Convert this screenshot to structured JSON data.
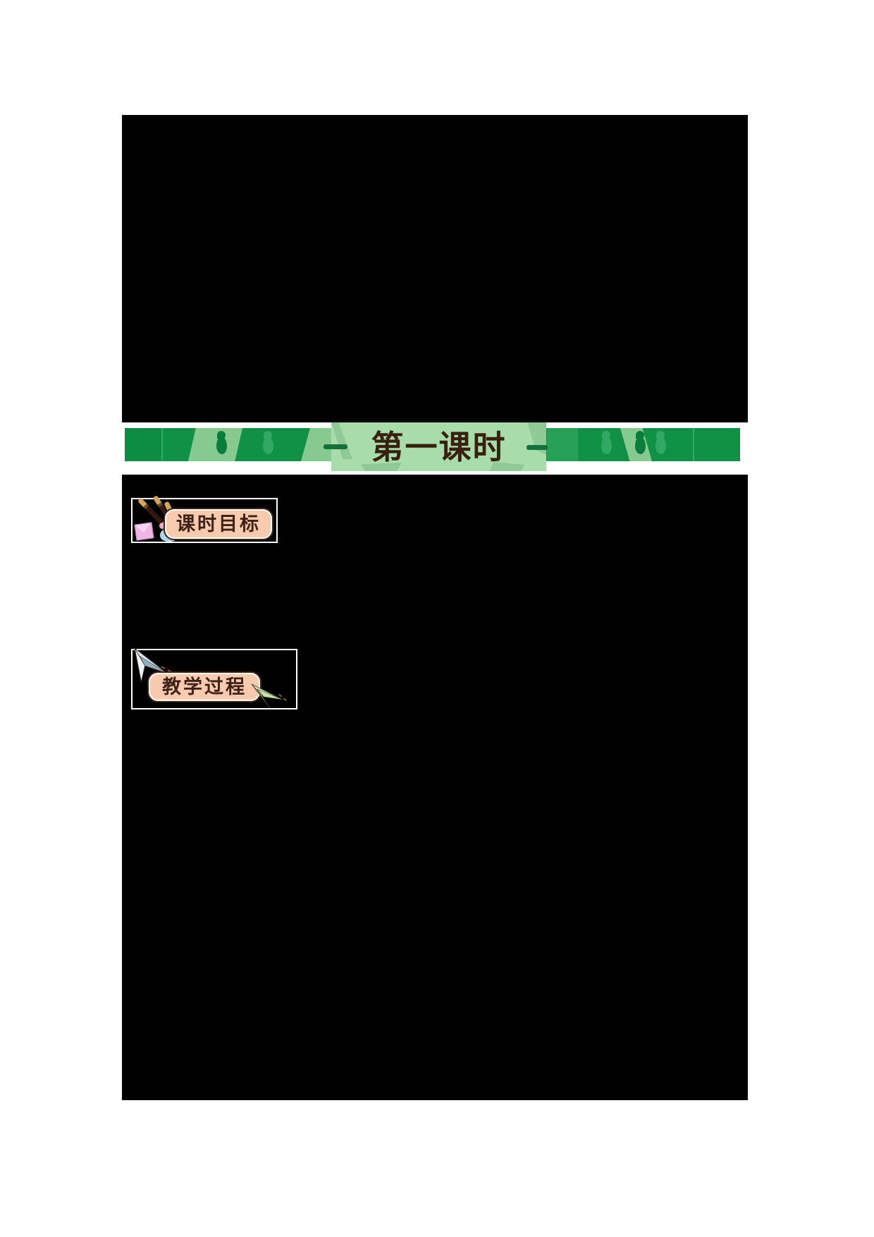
{
  "page": {
    "background": "#000000",
    "margin_background": "#ffffff"
  },
  "banner": {
    "title": "第一课时",
    "band_color": "#0f9146",
    "band_light_color": "#86ca90",
    "panel_color": "#a9dcab",
    "title_color": "#38200f",
    "decoration_icons": [
      "bird-silhouette-icon",
      "scroll-panel",
      "side-dash"
    ]
  },
  "badges": {
    "objectives": {
      "label": "课时目标",
      "fill_color": "#f8cbae",
      "border_color": "#3f2216",
      "icons": [
        "calligraphy-brushes-icon",
        "envelope-icon",
        "flower-bud-icon"
      ]
    },
    "process": {
      "label": "教学过程",
      "fill_color": "#f8cbae",
      "border_color": "#3f2216",
      "icons": [
        "paper-plane-blue-icon",
        "paper-plane-green-icon"
      ]
    }
  }
}
